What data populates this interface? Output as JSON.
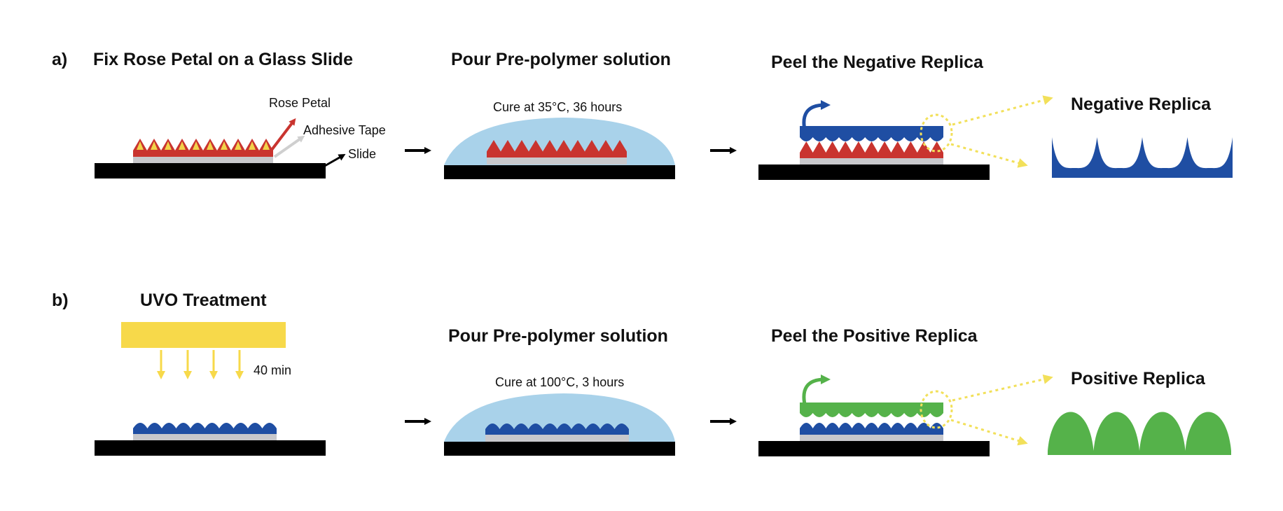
{
  "colors": {
    "rose": "#c9342f",
    "petal_tip": "#f2d34a",
    "negative_blue": "#1f4ea3",
    "positive_green": "#55b24a",
    "solution": "#a9d2ea",
    "uvo_yellow": "#f7d94a",
    "slide": "#000000",
    "tape": "#c8c8cc",
    "highlight_dotted": "#f2e05a"
  },
  "icons": {
    "step_arrow": "right-arrow-icon",
    "peel_arrow": "curved-arrow-icon",
    "uv_arrow": "down-arrow-icon"
  },
  "panel_a": {
    "letter": "a)",
    "step1_title": "Fix Rose Petal on a Glass Slide",
    "label_rose_petal": "Rose Petal",
    "label_adhesive_tape": "Adhesive Tape",
    "label_slide": "Slide",
    "step2_title": "Pour Pre-polymer solution",
    "step2_note": "Cure at 35°C, 36 hours",
    "step3_title": "Peel the Negative Replica",
    "result_title": "Negative Replica"
  },
  "panel_b": {
    "letter": "b)",
    "step1_title": "UVO Treatment",
    "uv_time": "40 min",
    "step2_title": "Pour Pre-polymer solution",
    "step2_note": "Cure at 100°C, 3 hours",
    "step3_title": "Peel the Positive Replica",
    "result_title": "Positive Replica"
  }
}
